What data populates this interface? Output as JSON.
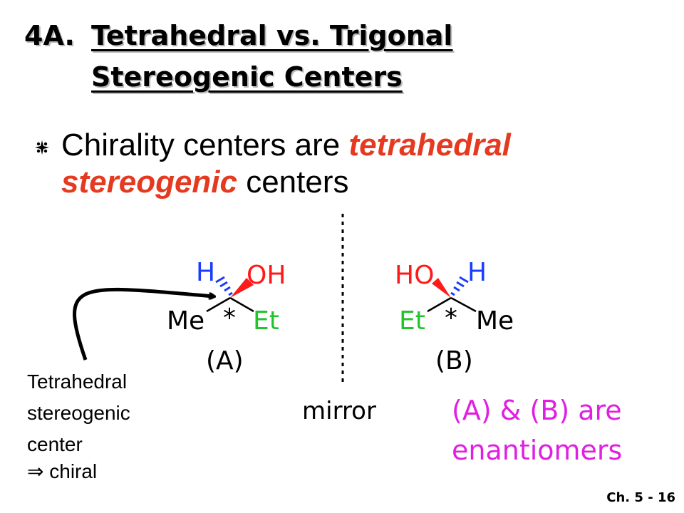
{
  "title": {
    "number": "4A.",
    "line1": "Tetrahedral vs. Trigonal",
    "line2": "Stereogenic Centers"
  },
  "bullet": {
    "icon": "diamond-bullet-icon",
    "text_before": "Chirality centers are ",
    "emphasis1": "tetrahedral",
    "emphasis2": "stereogenic",
    "text_after": " centers"
  },
  "molecule_a": {
    "h": "H",
    "oh": "OH",
    "me": "Me",
    "et": "Et",
    "star": "*",
    "label": "(A)"
  },
  "molecule_b": {
    "ho": "HO",
    "h": "H",
    "et": "Et",
    "me": "Me",
    "star": "*",
    "label": "(B)"
  },
  "mirror_label": "mirror",
  "side_note": {
    "line1": "Tetrahedral",
    "line2": "stereogenic",
    "line3": "center",
    "line4": "⇒ chiral"
  },
  "conclusion": {
    "line1": "(A) & (B) are",
    "line2": "enantiomers"
  },
  "slide_number": "Ch. 5 - 16",
  "colors": {
    "emphasis_red": "#e53a1f",
    "hydroxyl_red": "#ff1a1a",
    "hydrogen_blue": "#1a3cff",
    "ethyl_green": "#22c32b",
    "conclusion_magenta": "#e020e0"
  }
}
